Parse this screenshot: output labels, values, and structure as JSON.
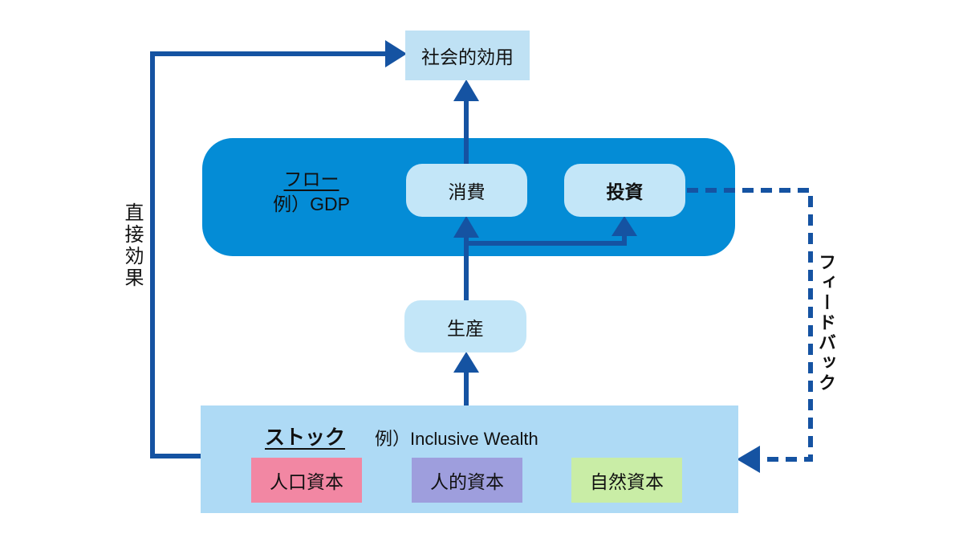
{
  "diagram": {
    "nodes": {
      "social_utility": "社会的効用",
      "flow_title": "フロー",
      "flow_example": "例）GDP",
      "consumption": "消費",
      "investment": "投資",
      "production": "生産",
      "stock_title": "ストック",
      "stock_example": "例）Inclusive Wealth",
      "population_capital": "人口資本",
      "human_capital": "人的資本",
      "natural_capital": "自然資本"
    },
    "edges": {
      "direct_effect_label": "直接効果",
      "feedback_label": "フィードバック"
    },
    "colors": {
      "connector_blue": "#1553a2",
      "flow_box_blue": "#048cd6",
      "light_blue_pill": "#c3e6f8",
      "social_box_blue": "#bfe1f4",
      "stock_box_blue": "#aedaf5",
      "population_pink": "#f287a3",
      "human_purple": "#9e9edd",
      "natural_green": "#c9eda6"
    }
  }
}
